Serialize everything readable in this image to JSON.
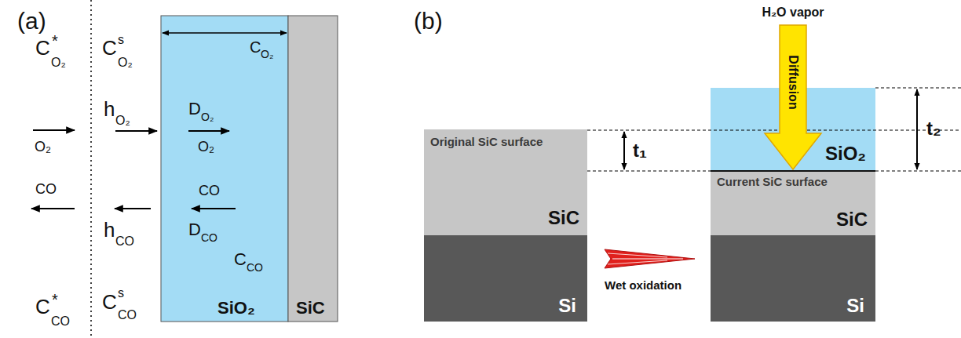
{
  "diagram": {
    "nodes": [
      {
        "text": [
          "SiO₂"
        ]
      },
      {
        "text": [
          "SiC"
        ]
      },
      {
        "text": [
          "Original SiC surface",
          "SiC"
        ]
      },
      {
        "text": [
          "Si"
        ]
      },
      {
        "text": [
          "SiO₂"
        ]
      },
      {
        "text": [
          "Current SiC surface",
          "SiC"
        ]
      },
      {
        "text": [
          "Si"
        ]
      }
    ],
    "labels": [
      "(a)",
      "(b)",
      "C",
      "*",
      "O₂",
      "O₂",
      "CO",
      "C",
      "*",
      "CO",
      "C",
      "s",
      "O₂",
      "h",
      "O₂",
      "D",
      "O₂",
      "O₂",
      "C",
      "O₂",
      "CO",
      "h",
      "CO",
      "D",
      "CO",
      "C",
      "CO",
      "C",
      "s",
      "CO",
      "H₂O vapor",
      "Diffusion",
      "t₁",
      "t₂",
      "Wet oxidation"
    ]
  }
}
